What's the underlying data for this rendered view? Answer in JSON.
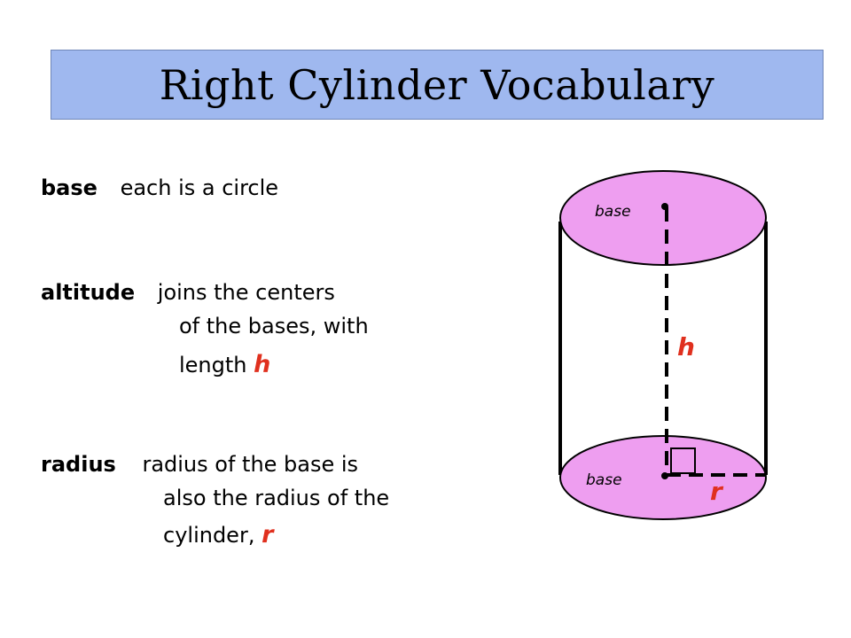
{
  "title": "Right Cylinder Vocabulary",
  "definitions": {
    "base": {
      "term": "base",
      "text": "each is a circle"
    },
    "altitude": {
      "term": "altitude",
      "line1": "joins the centers",
      "line2": "of the bases, with",
      "line3": "length",
      "var": "h"
    },
    "radius": {
      "term": "radius",
      "line1": "radius of the base is",
      "line2": "also the radius of the",
      "line3": "cylinder,",
      "var": "r"
    }
  },
  "diagram": {
    "top_base_label": "base",
    "bottom_base_label": "base",
    "height_label": "h",
    "radius_label": "r",
    "colors": {
      "base_fill": "#ee9ef0",
      "accent": "#e0301e",
      "title_bg": "#9fb8ef"
    }
  }
}
